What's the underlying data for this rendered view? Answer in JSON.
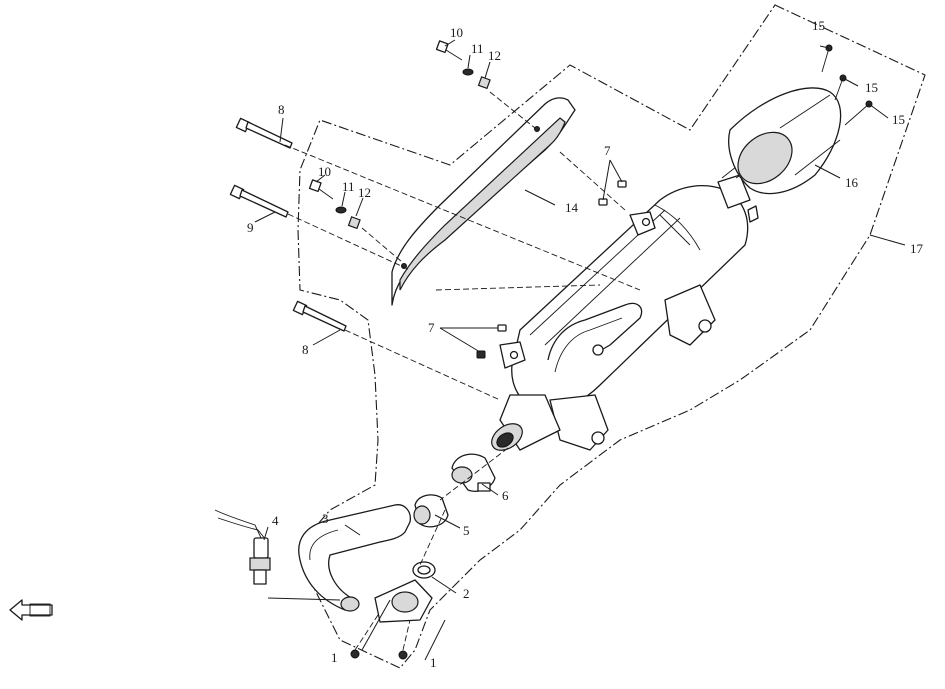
{
  "callouts": {
    "c1a": "1",
    "c1b": "1",
    "c2": "2",
    "c3": "3",
    "c4": "4",
    "c5": "5",
    "c6": "6",
    "c7a": "7",
    "c7b": "7",
    "c8a": "8",
    "c8b": "8",
    "c9": "9",
    "c10a": "10",
    "c10b": "10",
    "c11a": "11",
    "c11b": "11",
    "c12a": "12",
    "c12b": "12",
    "c14": "14",
    "c15a": "15",
    "c15b": "15",
    "c15c": "15",
    "c16": "16",
    "c17": "17"
  }
}
